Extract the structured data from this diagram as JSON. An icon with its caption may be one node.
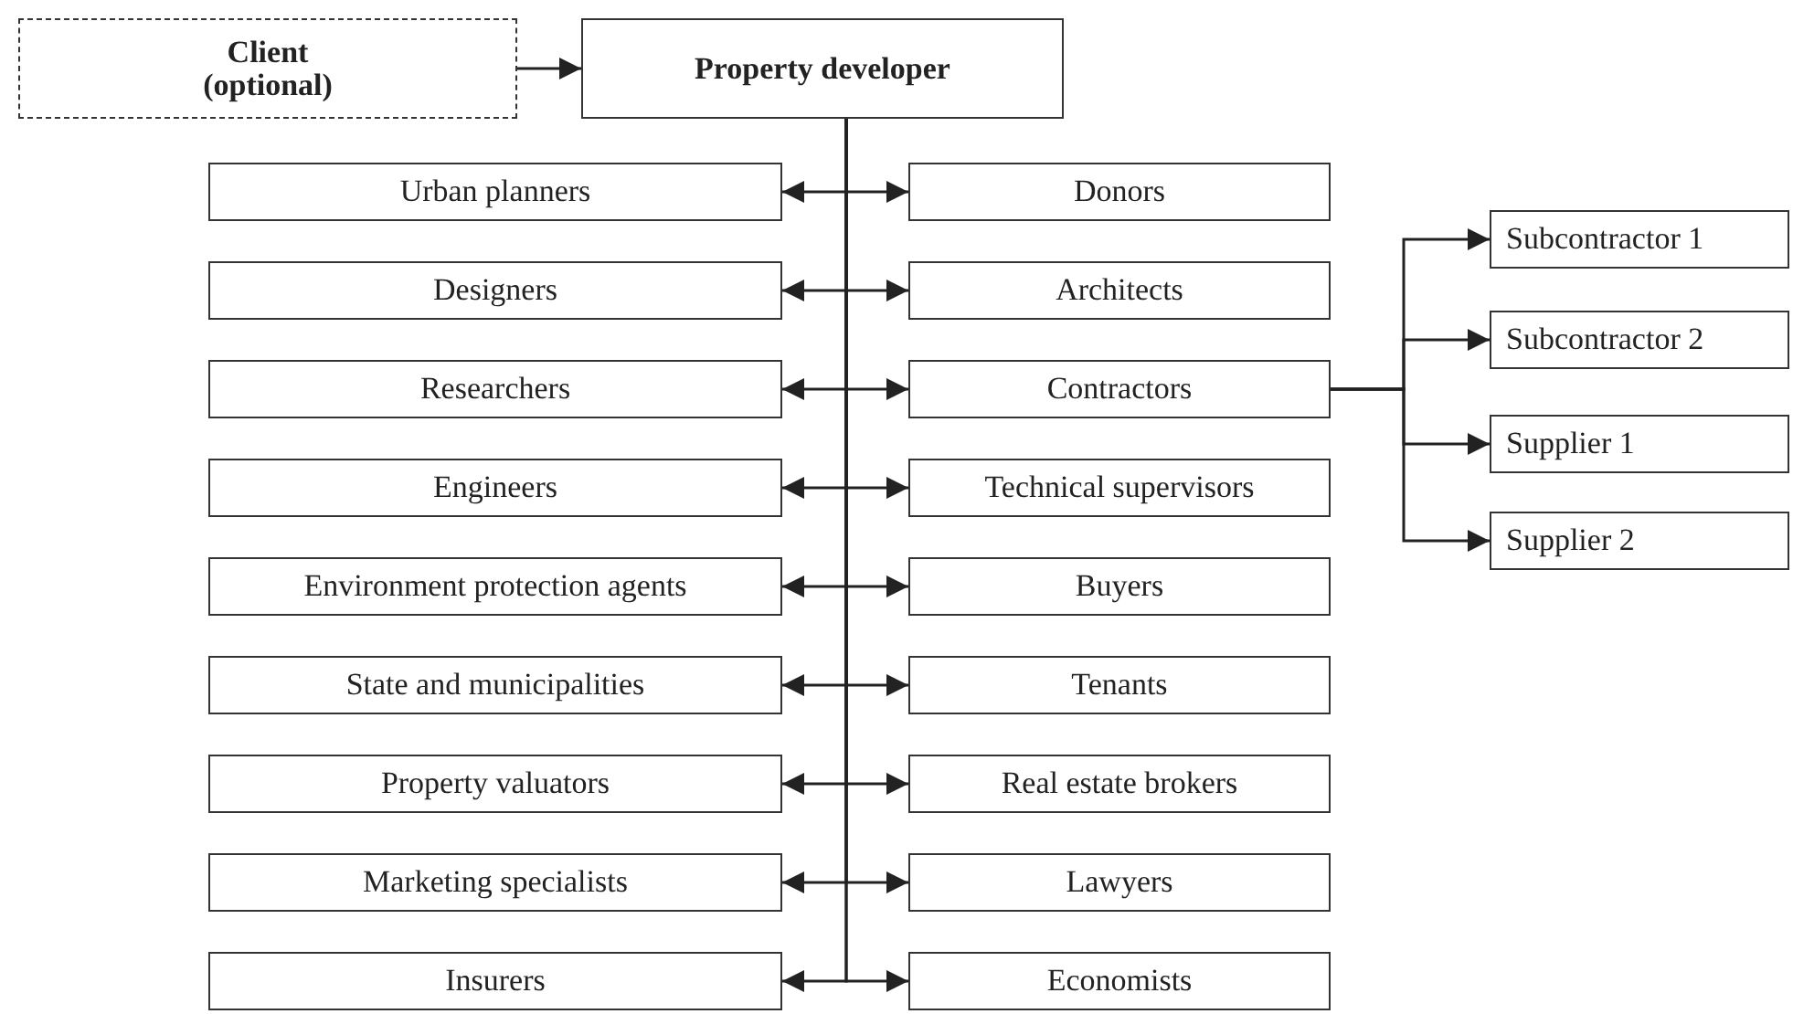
{
  "diagram": {
    "nodes": [
      {
        "text": [
          "Client (optional)"
        ]
      },
      {
        "text": [
          "Property developer"
        ]
      },
      {
        "text": [
          "Urban planners"
        ]
      },
      {
        "text": [
          "Donors"
        ]
      },
      {
        "text": [
          "Designers"
        ]
      },
      {
        "text": [
          "Architects"
        ]
      },
      {
        "text": [
          "Researchers"
        ]
      },
      {
        "text": [
          "Contractors"
        ]
      },
      {
        "text": [
          "Engineers"
        ]
      },
      {
        "text": [
          "Technical supervisors"
        ]
      },
      {
        "text": [
          "Environment protection agents"
        ]
      },
      {
        "text": [
          "Buyers"
        ]
      },
      {
        "text": [
          "State and municipalities"
        ]
      },
      {
        "text": [
          "Tenants"
        ]
      },
      {
        "text": [
          "Property valuators"
        ]
      },
      {
        "text": [
          "Real estate brokers"
        ]
      },
      {
        "text": [
          "Marketing specialists"
        ]
      },
      {
        "text": [
          "Lawyers"
        ]
      },
      {
        "text": [
          "Insurers"
        ]
      },
      {
        "text": [
          "Economists"
        ]
      },
      {
        "text": [
          "Subcontractor 1"
        ]
      },
      {
        "text": [
          "Subcontractor 2"
        ]
      },
      {
        "text": [
          "Supplier 1"
        ]
      },
      {
        "text": [
          "Supplier 2"
        ]
      }
    ],
    "edges": [
      {
        "from": 0,
        "to": 1,
        "arrow": "to"
      },
      {
        "from": 1,
        "to": 2,
        "arrow": "to"
      },
      {
        "from": 1,
        "to": 3,
        "arrow": "to"
      },
      {
        "from": 1,
        "to": 4,
        "arrow": "to"
      },
      {
        "from": 1,
        "to": 5,
        "arrow": "to"
      },
      {
        "from": 1,
        "to": 6,
        "arrow": "to"
      },
      {
        "from": 1,
        "to": 7,
        "arrow": "to"
      },
      {
        "from": 1,
        "to": 8,
        "arrow": "to"
      },
      {
        "from": 1,
        "to": 9,
        "arrow": "to"
      },
      {
        "from": 1,
        "to": 10,
        "arrow": "to"
      },
      {
        "from": 1,
        "to": 11,
        "arrow": "to"
      },
      {
        "from": 1,
        "to": 12,
        "arrow": "to"
      },
      {
        "from": 1,
        "to": 13,
        "arrow": "to"
      },
      {
        "from": 1,
        "to": 14,
        "arrow": "to"
      },
      {
        "from": 1,
        "to": 15,
        "arrow": "to"
      },
      {
        "from": 1,
        "to": 16,
        "arrow": "to"
      },
      {
        "from": 1,
        "to": 17,
        "arrow": "to"
      },
      {
        "from": 1,
        "to": 18,
        "arrow": "to"
      },
      {
        "from": 1,
        "to": 19,
        "arrow": "to"
      },
      {
        "from": 7,
        "to": 20,
        "arrow": "to"
      },
      {
        "from": 7,
        "to": 21,
        "arrow": "to"
      },
      {
        "from": 7,
        "to": 22,
        "arrow": "to"
      },
      {
        "from": 7,
        "to": 23,
        "arrow": "to"
      }
    ]
  }
}
